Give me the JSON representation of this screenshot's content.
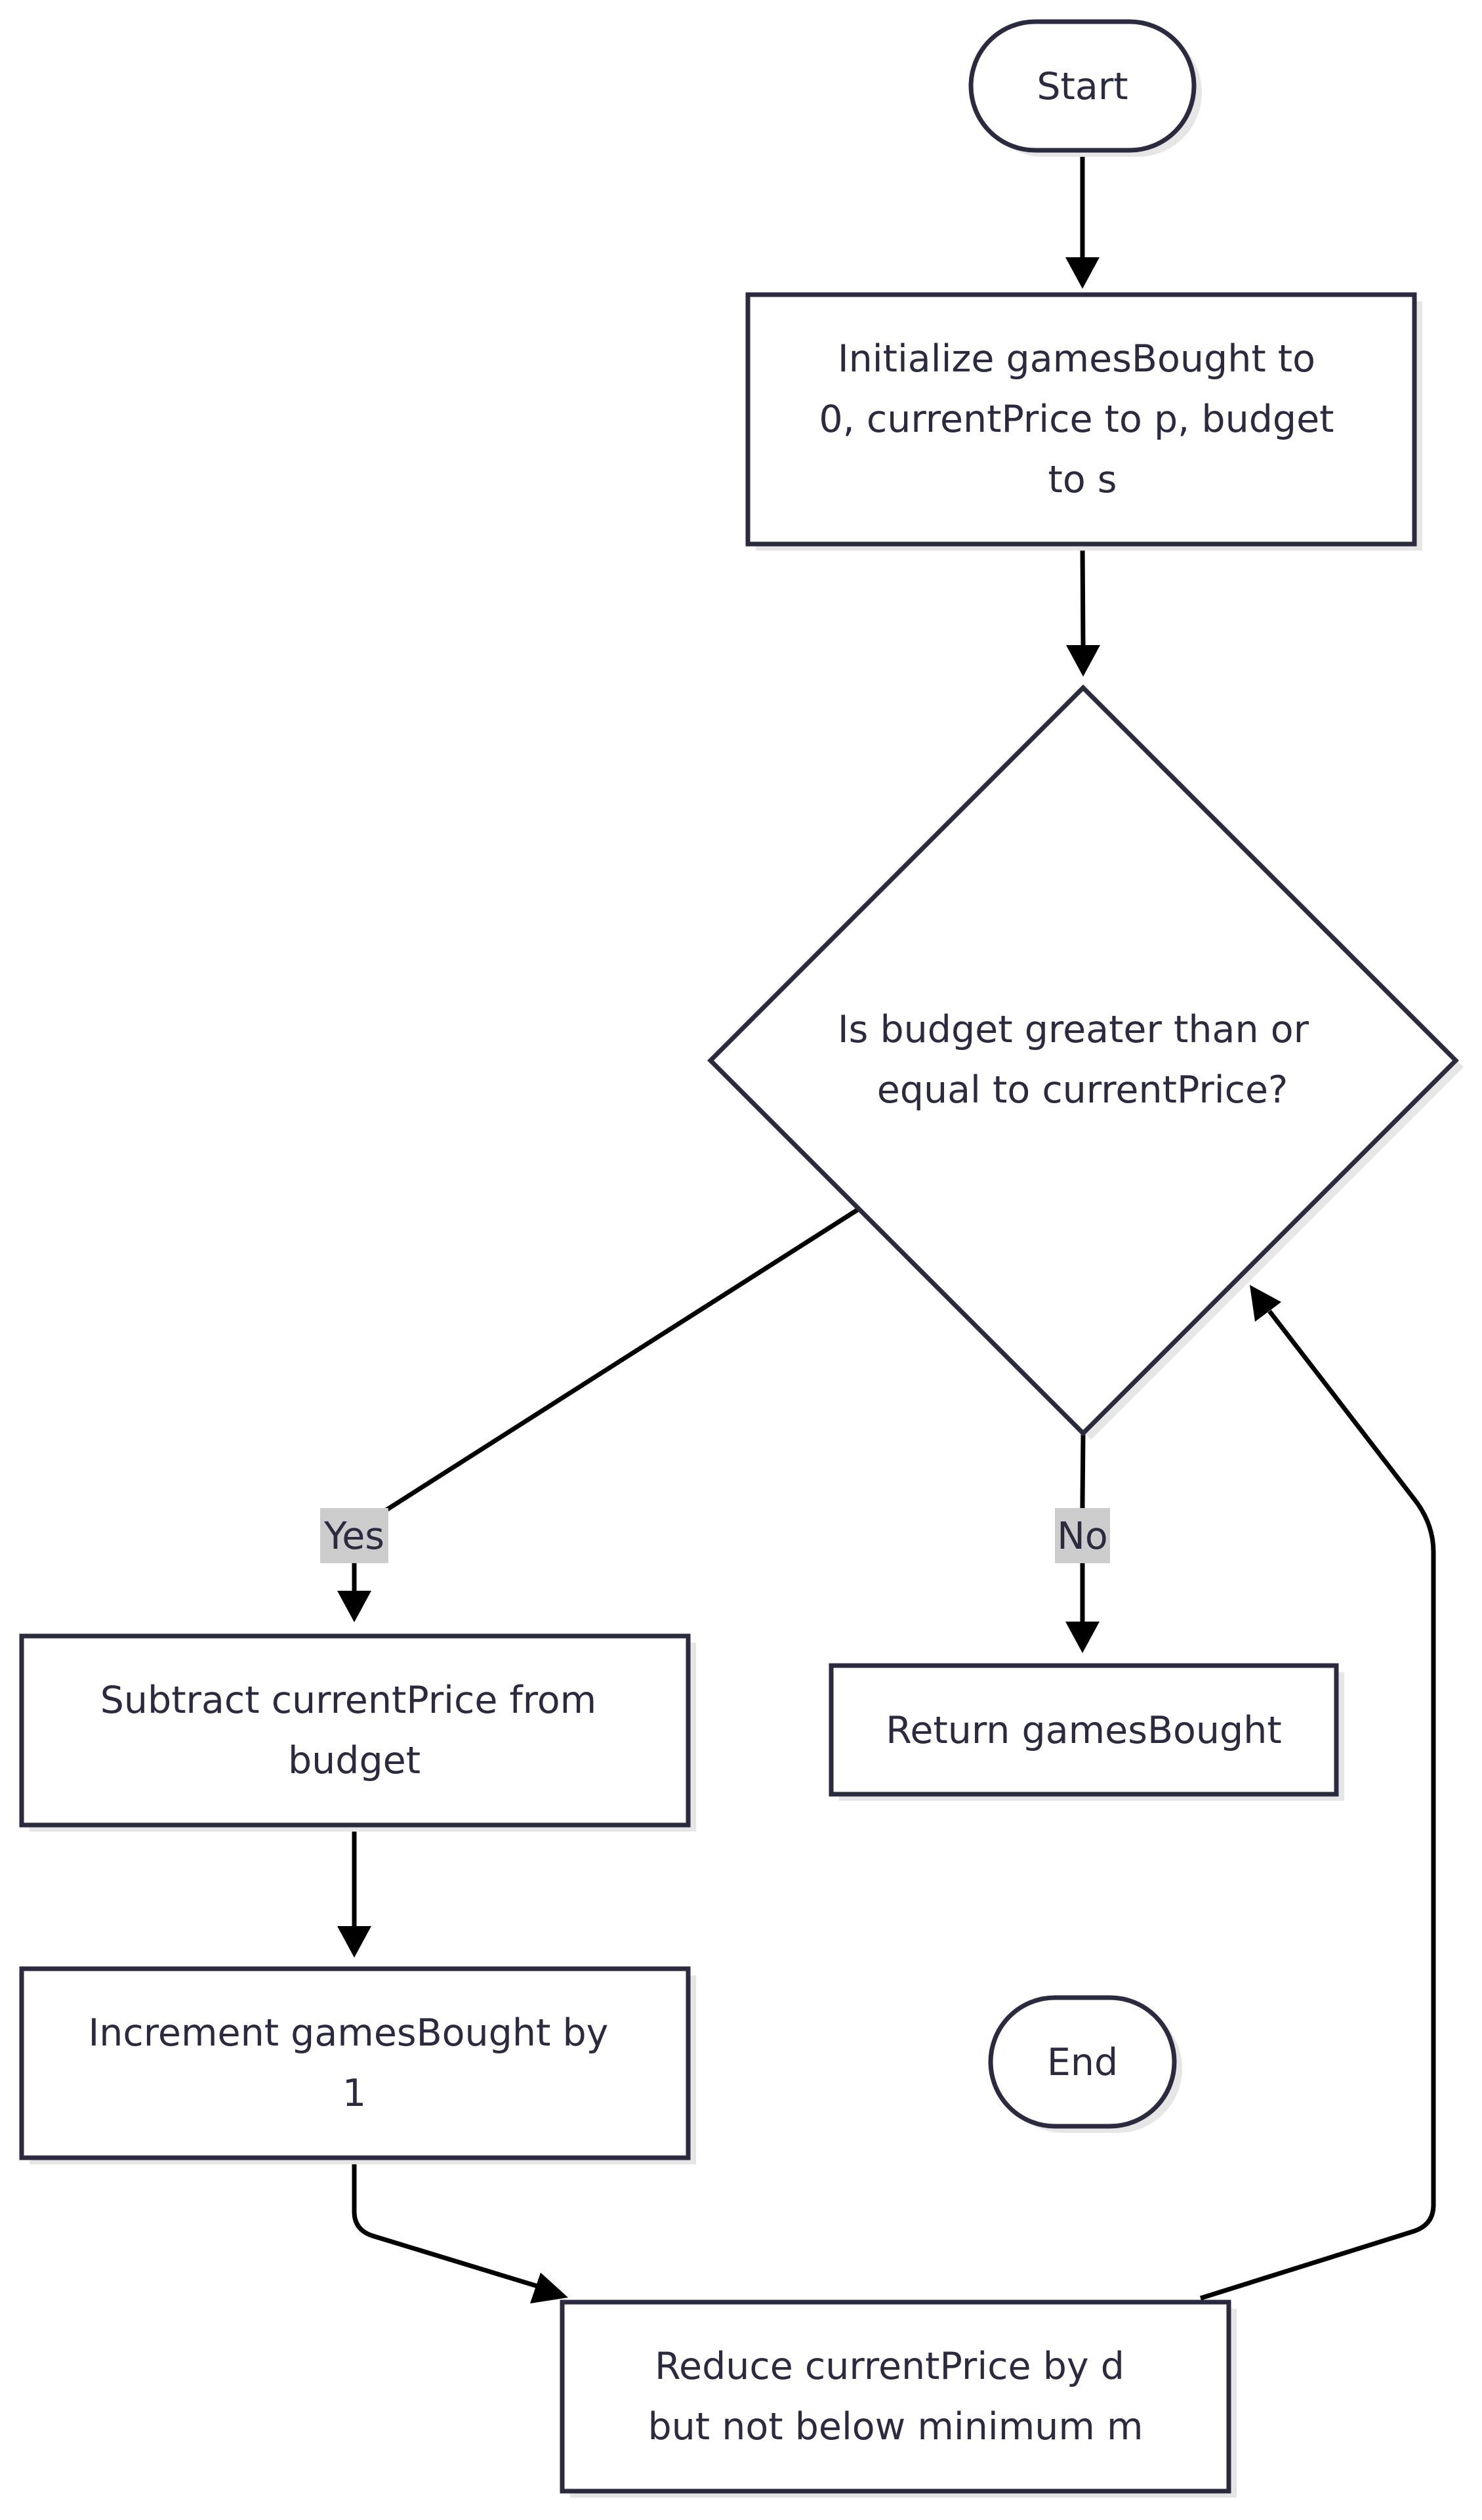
{
  "diagram": {
    "nodes": {
      "start": {
        "lines": [
          "Start"
        ]
      },
      "init": {
        "lines": [
          "Initialize gamesBought to",
          "0, currentPrice to p, budget",
          "to s"
        ]
      },
      "decision": {
        "lines": [
          "Is budget greater than or",
          "equal to currentPrice?"
        ]
      },
      "subtract": {
        "lines": [
          "Subtract currentPrice from",
          "budget"
        ]
      },
      "increment": {
        "lines": [
          "Increment gamesBought by",
          "1"
        ]
      },
      "reduce": {
        "lines": [
          "Reduce currentPrice by d",
          "but not below minimum m"
        ]
      },
      "return": {
        "lines": [
          "Return gamesBought"
        ]
      },
      "end": {
        "lines": [
          "End"
        ]
      }
    },
    "edges": {
      "yes_label": "Yes",
      "no_label": "No"
    }
  }
}
